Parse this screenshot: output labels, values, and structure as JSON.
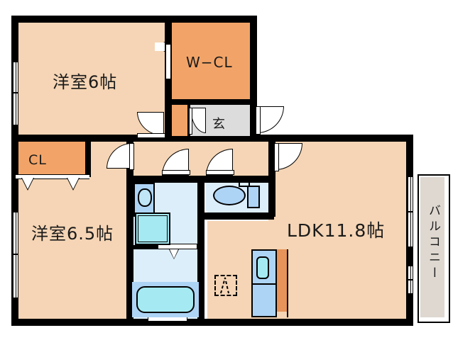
{
  "plan": {
    "type": "apartment-floor-plan",
    "units": "jo (tatami mats)",
    "rooms": [
      {
        "id": "washitsu-6",
        "label": "洋室6帖",
        "kind": "western-room",
        "size_jo": 6.0
      },
      {
        "id": "washitsu-65",
        "label": "洋室6.5帖",
        "kind": "western-room",
        "size_jo": 6.5
      },
      {
        "id": "ldk",
        "label": "LDK11.8帖",
        "kind": "living-dining-kitchen",
        "size_jo": 11.8
      },
      {
        "id": "w-closet",
        "label": "W−CL",
        "kind": "walk-in-closet"
      },
      {
        "id": "closet",
        "label": "CL",
        "kind": "closet"
      },
      {
        "id": "entrance",
        "label": "玄",
        "kind": "entrance-genkan"
      },
      {
        "id": "balcony",
        "label": "バルコニー",
        "kind": "balcony"
      }
    ],
    "fixtures": [
      {
        "id": "bathtub",
        "name": "bathtub"
      },
      {
        "id": "washbasin",
        "name": "washbasin-vanity"
      },
      {
        "id": "washing-machine",
        "name": "washing-machine-pan"
      },
      {
        "id": "toilet",
        "name": "toilet"
      },
      {
        "id": "kitchen-sink",
        "name": "kitchen-sink-unit"
      },
      {
        "id": "ac-marker",
        "name": "dashed-equipment-marker"
      }
    ]
  },
  "colors": {
    "wall": "#000000",
    "room_floor": "#F5D5B5",
    "closet_floor": "#F2A468",
    "water_area": "#DDEEFB",
    "water_fixture": "#AED4F5",
    "tub_inner": "#A5EAF2",
    "entrance_floor": "#DCDCDC",
    "balcony_floor": "#DED8D0",
    "background": "#FFFFFF",
    "text": "#1A1A1A"
  }
}
